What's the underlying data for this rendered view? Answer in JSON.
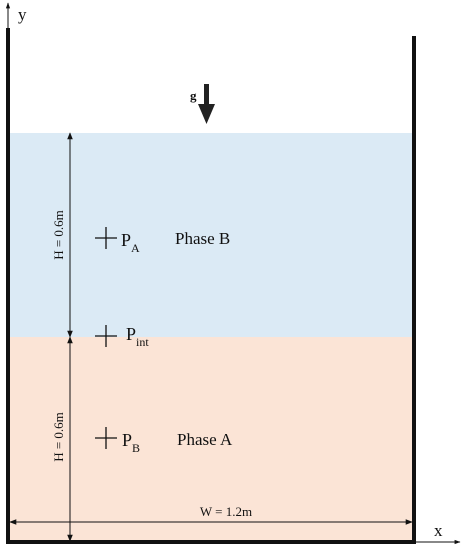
{
  "axes": {
    "x_label": "x",
    "y_label": "y"
  },
  "gravity": {
    "label": "g"
  },
  "dimensions": {
    "upper_height": "H = 0.6m",
    "lower_height": "H = 0.6m",
    "width": "W = 1.2m"
  },
  "points": {
    "a": {
      "base": "P",
      "sub": "A"
    },
    "interface": {
      "base": "P",
      "sub": "int"
    },
    "b": {
      "base": "P",
      "sub": "B"
    }
  },
  "phases": {
    "upper": "Phase B",
    "lower": "Phase A"
  },
  "colors": {
    "phase_b_fill": "#dbeaf5",
    "phase_a_fill": "#fbe4d6",
    "lines": "#111111"
  }
}
